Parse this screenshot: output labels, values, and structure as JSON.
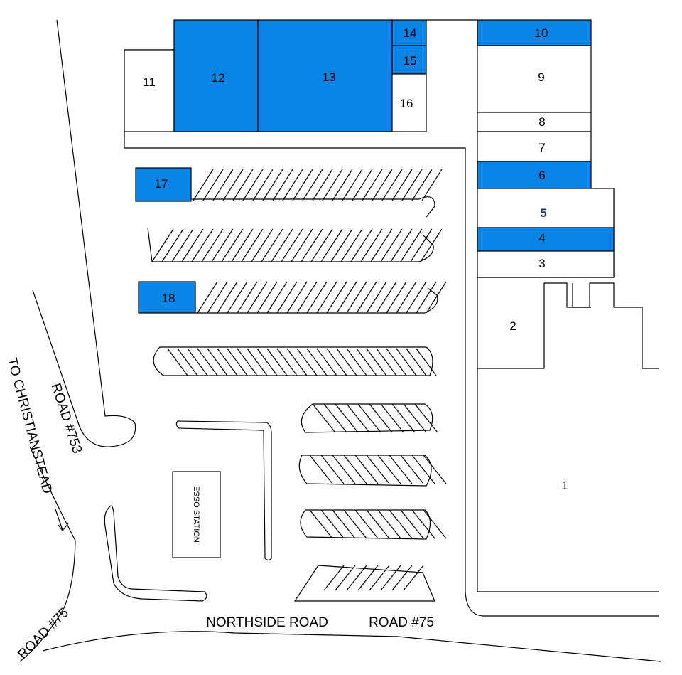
{
  "colors": {
    "leased": "#0a84e6",
    "vacant": "#ffffff",
    "outline": "#000000"
  },
  "units": [
    {
      "id": "1",
      "label": "1",
      "leased": false
    },
    {
      "id": "2",
      "label": "2",
      "leased": false
    },
    {
      "id": "3",
      "label": "3",
      "leased": false
    },
    {
      "id": "4",
      "label": "4",
      "leased": true
    },
    {
      "id": "5",
      "label": "5",
      "leased": false
    },
    {
      "id": "6",
      "label": "6",
      "leased": true
    },
    {
      "id": "7",
      "label": "7",
      "leased": false
    },
    {
      "id": "8",
      "label": "8",
      "leased": false
    },
    {
      "id": "9",
      "label": "9",
      "leased": false
    },
    {
      "id": "10",
      "label": "10",
      "leased": true
    },
    {
      "id": "11",
      "label": "11",
      "leased": false
    },
    {
      "id": "12",
      "label": "12",
      "leased": true
    },
    {
      "id": "13",
      "label": "13",
      "leased": true
    },
    {
      "id": "14",
      "label": "14",
      "leased": true
    },
    {
      "id": "15",
      "label": "15",
      "leased": true
    },
    {
      "id": "16",
      "label": "16",
      "leased": false
    },
    {
      "id": "17",
      "label": "17",
      "leased": true
    },
    {
      "id": "18",
      "label": "18",
      "leased": true
    }
  ],
  "labels": {
    "esso": "ESSO STATION",
    "to_christiansted": "TO CHRISTIANSTEAD",
    "road_753": "ROAD #753",
    "road_75_left": "ROAD #75",
    "northside_road": "NORTHSIDE ROAD",
    "road_75_bottom": "ROAD #75"
  }
}
